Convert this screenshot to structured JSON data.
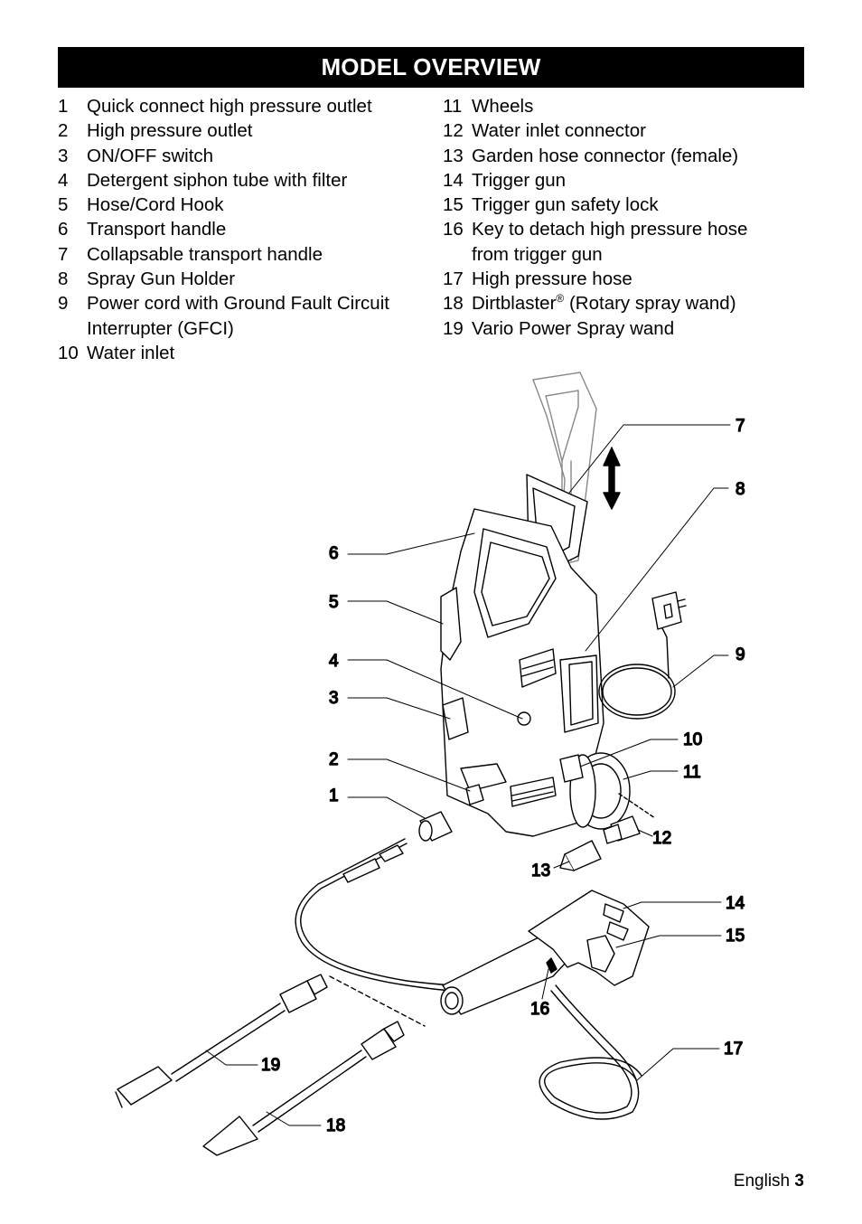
{
  "title": "MODEL OVERVIEW",
  "parts_left": [
    {
      "num": "1",
      "text": "Quick connect high pressure outlet"
    },
    {
      "num": "2",
      "text": "High pressure outlet"
    },
    {
      "num": "3",
      "text": "ON/OFF switch"
    },
    {
      "num": "4",
      "text": "Detergent siphon tube with filter"
    },
    {
      "num": "5",
      "text": "Hose/Cord Hook"
    },
    {
      "num": "6",
      "text": "Transport handle"
    },
    {
      "num": "7",
      "text": "Collapsable transport handle"
    },
    {
      "num": "8",
      "text": "Spray Gun Holder"
    },
    {
      "num": "9",
      "text": "Power cord with Ground Fault Circuit",
      "cont": "Interrupter (GFCI)"
    },
    {
      "num": "10",
      "text": "Water inlet"
    }
  ],
  "parts_right": [
    {
      "num": "11",
      "text": "Wheels"
    },
    {
      "num": "12",
      "text": "Water inlet connector"
    },
    {
      "num": "13",
      "text": "Garden hose connector (female)"
    },
    {
      "num": "14",
      "text": "Trigger gun"
    },
    {
      "num": "15",
      "text": "Trigger gun safety lock"
    },
    {
      "num": "16",
      "text": "Key to detach high pressure hose",
      "cont": "from trigger gun"
    },
    {
      "num": "17",
      "text": "High pressure hose"
    },
    {
      "num": "18",
      "text": "Dirtblaster",
      "sup": "®",
      "after": " (Rotary spray wand)"
    },
    {
      "num": "19",
      "text": "Vario Power Spray wand"
    }
  ],
  "callouts": {
    "c1": "1",
    "c2": "2",
    "c3": "3",
    "c4": "4",
    "c5": "5",
    "c6": "6",
    "c7": "7",
    "c8": "8",
    "c9": "9",
    "c10": "10",
    "c11": "11",
    "c12": "12",
    "c13": "13",
    "c14": "14",
    "c15": "15",
    "c16": "16",
    "c17": "17",
    "c18": "18",
    "c19": "19"
  },
  "footer": {
    "language": "English",
    "page": "3"
  }
}
